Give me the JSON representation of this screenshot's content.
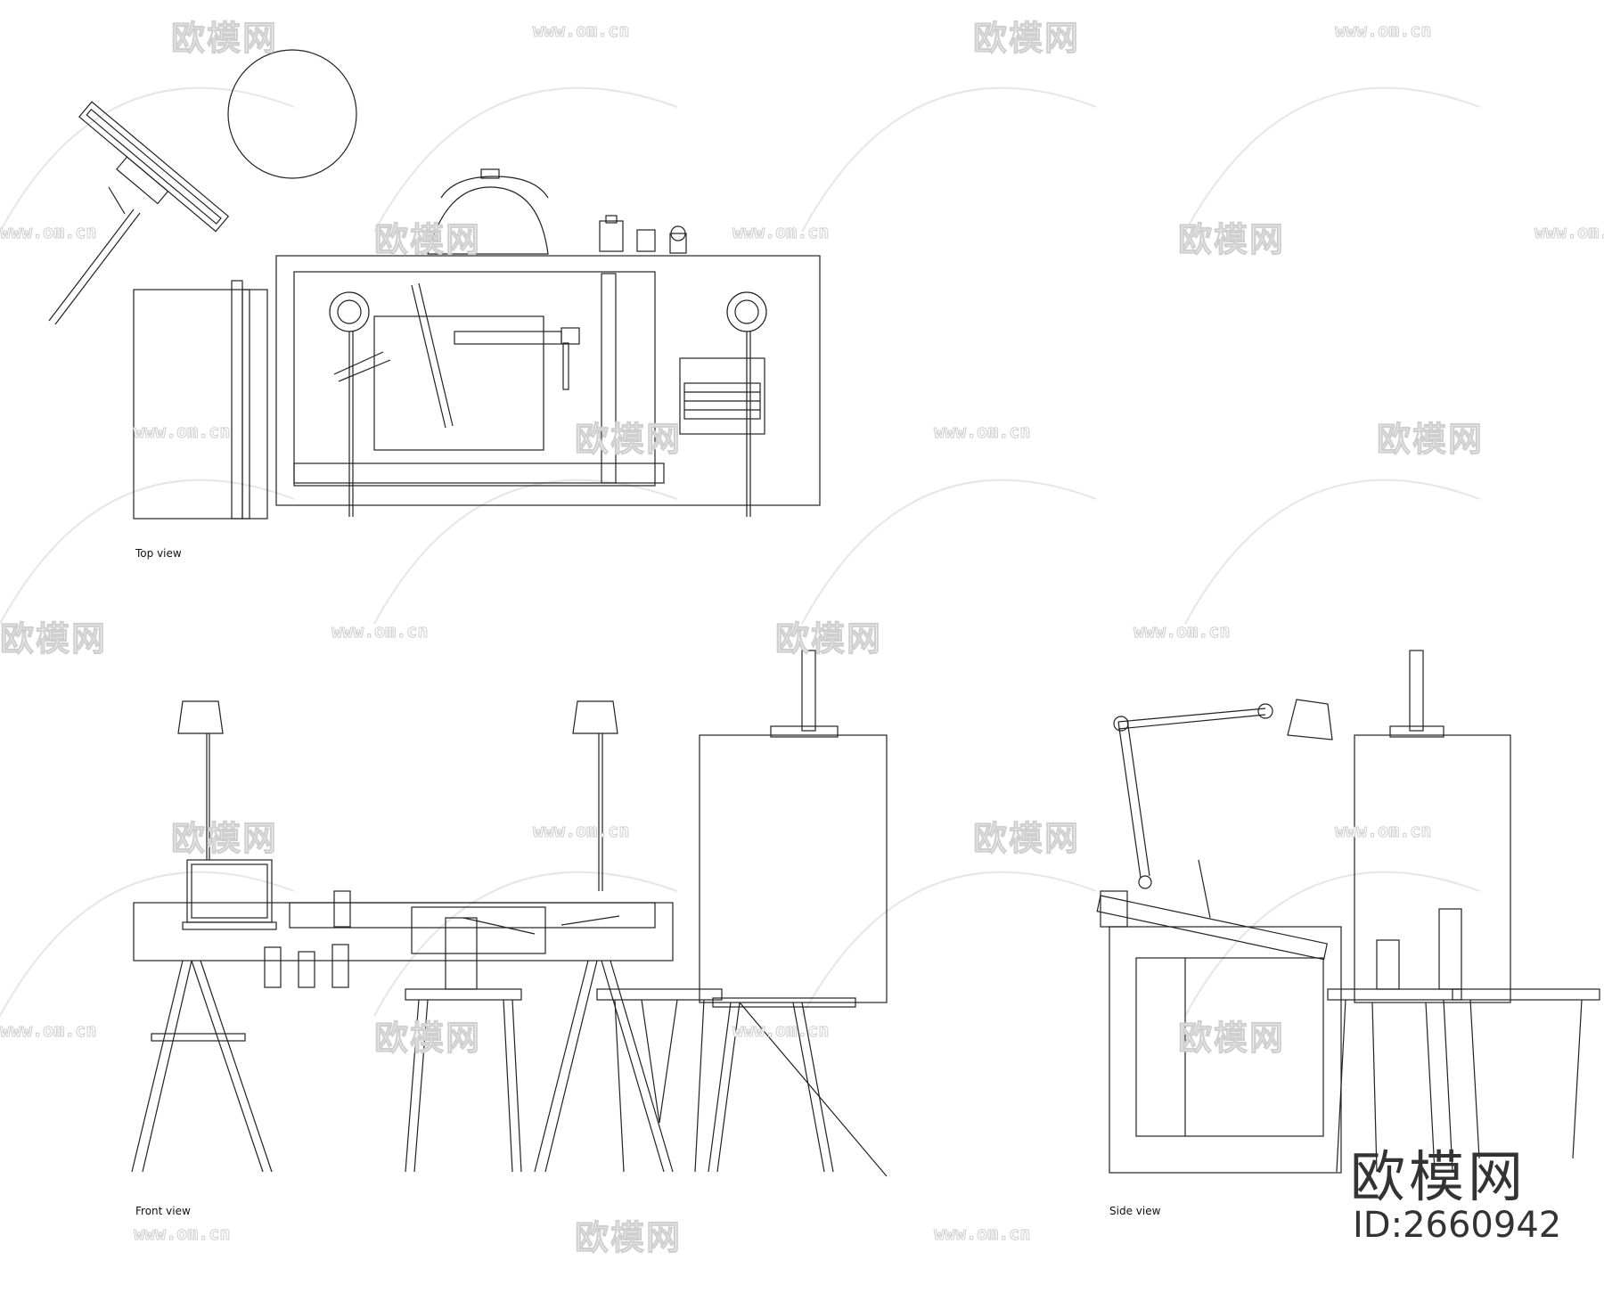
{
  "views": {
    "top": "Top view",
    "front": "Front view",
    "side": "Side view"
  },
  "watermark": {
    "brand_cn": "欧模网",
    "url": "www.om.cn",
    "id_label": "ID:2660942"
  },
  "colors": {
    "line": "#222222",
    "watermark": "#cfcfcf"
  }
}
